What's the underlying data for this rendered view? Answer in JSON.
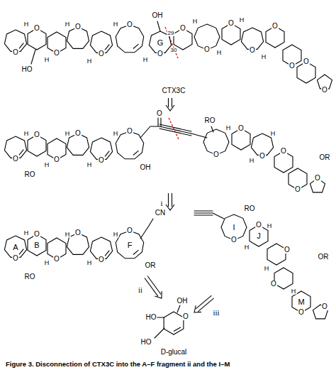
{
  "diagram": {
    "caption": "Figure 3. Disconnection of CTX3C into the A–F fragment ii and the I–M",
    "labels": [
      "OH",
      "G",
      "29",
      "30",
      "O",
      "O",
      "O",
      "O",
      "O",
      "O",
      "O",
      "O",
      "O",
      "O",
      "O",
      "O",
      "O",
      "O",
      "O",
      "H",
      "H",
      "H",
      "H",
      "H",
      "H",
      "H",
      "H",
      "H",
      "H",
      "HO",
      "CTX3C",
      "O",
      "OH",
      "RO",
      "RO",
      "OR",
      "O",
      "O",
      "O",
      "O",
      "O",
      "O",
      "O",
      "O",
      "O",
      "O",
      "O",
      "O",
      "H",
      "H",
      "H",
      "H",
      "H",
      "H",
      "H",
      "H",
      "i",
      "A",
      "B",
      "F",
      "CN",
      "OR",
      "RO",
      "O",
      "O",
      "O",
      "O",
      "O",
      "O",
      "H",
      "H",
      "H",
      "H",
      "H",
      "ii",
      "I",
      "J",
      "M",
      "RO",
      "OR",
      "O",
      "O",
      "O",
      "O",
      "O",
      "O",
      "H",
      "H",
      "H",
      "H",
      "iii",
      "OH",
      "HO",
      "HO",
      "O",
      "D-glucal"
    ]
  }
}
